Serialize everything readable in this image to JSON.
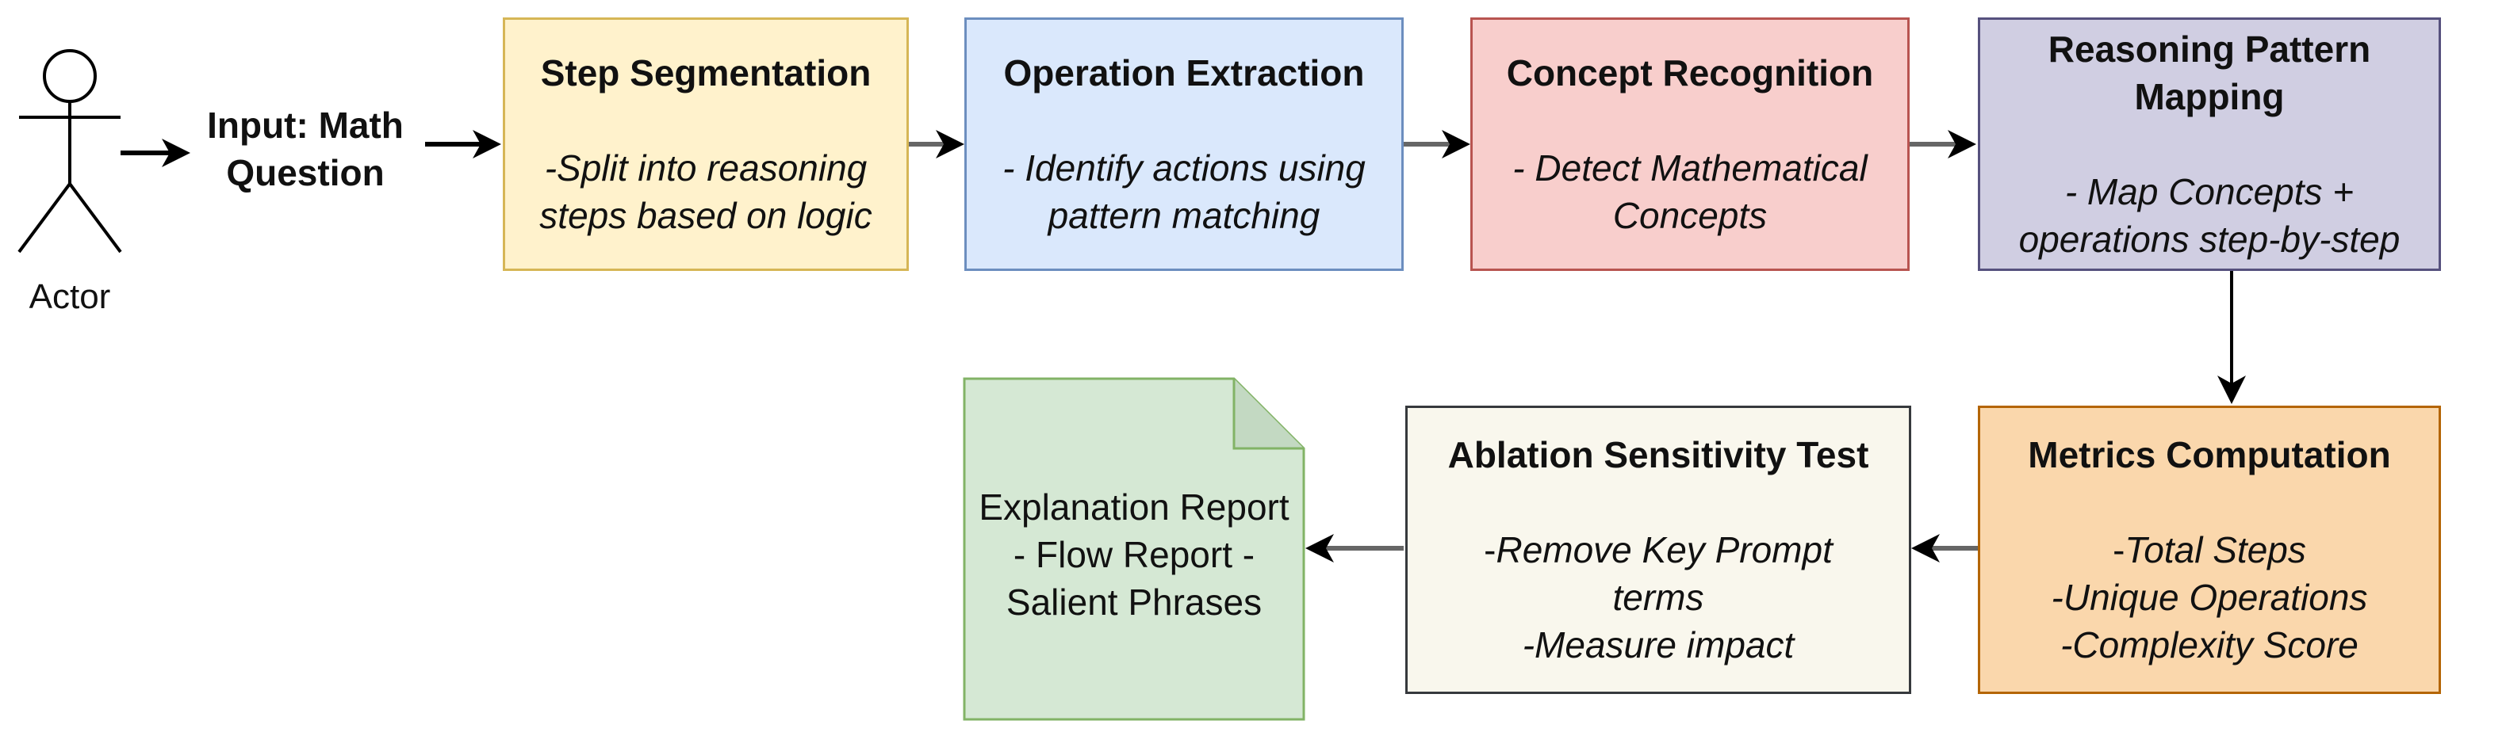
{
  "actor": {
    "label": "Actor"
  },
  "input": {
    "label": "Input: Math\nQuestion"
  },
  "steps": {
    "step_segmentation": {
      "title": "Step Segmentation",
      "desc": "-Split into reasoning\nsteps based on logic",
      "fill": "#fff2cc",
      "stroke": "#d6b656"
    },
    "operation_extraction": {
      "title": "Operation Extraction",
      "desc": "- Identify actions using\npattern matching",
      "fill": "#dae8fc",
      "stroke": "#6c8ebf"
    },
    "concept_recognition": {
      "title": "Concept Recognition",
      "desc": "- Detect Mathematical\nConcepts",
      "fill": "#f8cecc",
      "stroke": "#b85450"
    },
    "reasoning_pattern_mapping": {
      "title": "Reasoning Pattern\nMapping",
      "desc": "- Map Concepts +\noperations step-by-step",
      "fill": "#d0cee2",
      "stroke": "#56517e"
    },
    "metrics_computation": {
      "title": "Metrics Computation",
      "desc_lead": "-",
      "desc": "Total Steps\n-Unique Operations\n-Complexity Score",
      "fill": "#fad7ac",
      "stroke": "#b46504"
    },
    "ablation_sensitivity_test": {
      "title": "Ablation Sensitivity Test",
      "desc_lead": "-",
      "desc": "Remove Key Prompt\nterms\n-Measure impact",
      "fill": "#f9f7ed",
      "stroke": "#36393d"
    },
    "explanation_report": {
      "title": "Explanation\nReport",
      "desc": "- Flow Report\n- Salient Phrases",
      "fill": "#d5e8d4",
      "stroke": "#82b366"
    }
  },
  "colors": {
    "arrow": "#000000",
    "arrow_gray": "#666666"
  },
  "icons": {
    "actor": "stick-figure-icon",
    "report": "document-icon"
  }
}
